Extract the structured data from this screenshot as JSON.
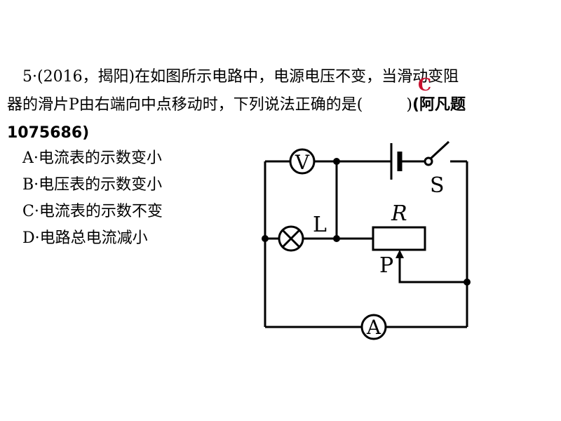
{
  "question": {
    "line1": "5·(2016，揭阳)在如图所示电路中，电源电压不变，当滑动变阻",
    "line2_main": "器的滑片P由右端向中点移动时，下列说法正确的是(",
    "line2_close": ")",
    "source_label": "(阿凡题",
    "source_id": "1075686)",
    "answer": "C"
  },
  "options": [
    {
      "letter": "A",
      "text": "A·电流表的示数变小"
    },
    {
      "letter": "B",
      "text": "B·电压表的示数变小"
    },
    {
      "letter": "C",
      "text": "C·电流表的示数不变"
    },
    {
      "letter": "D",
      "text": "D·电路总电流减小"
    }
  ],
  "circuit": {
    "voltmeter": "V",
    "ammeter": "A",
    "switch": "S",
    "lamp": "L",
    "resistor": "R",
    "slider": "P"
  }
}
